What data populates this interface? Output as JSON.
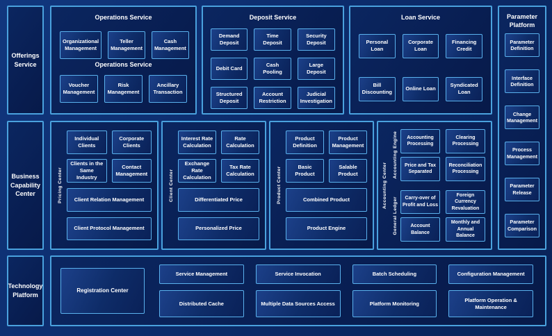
{
  "colors": {
    "background": "#0c2c6c",
    "panel_fill": "#081d50",
    "panel_border": "#4aa2de",
    "box_fill": "#0e2c68",
    "box_border": "#5ab2ee",
    "text": "#ffffff"
  },
  "sidebar": {
    "offerings": "Offerings Service",
    "business_capability": "Business Capability Center",
    "technology": "Technology Platform"
  },
  "operations_service": {
    "title": "Operations Service",
    "mid_label": "Operations Service",
    "row1": [
      "Organizational Management",
      "Teller Management",
      "Cash Management"
    ],
    "row2": [
      "Voucher Management",
      "Risk Management",
      "Ancillary Transaction"
    ]
  },
  "deposit_service": {
    "title": "Deposit Service",
    "items": [
      "Demand Deposit",
      "Time Deposit",
      "Security Deposit",
      "Debit Card",
      "Cash Pooling",
      "Large Deposit",
      "Structured Deposit",
      "Account Restriction",
      "Judicial Investigation"
    ]
  },
  "loan_service": {
    "title": "Loan Service",
    "items": [
      "Personal Loan",
      "Corporate Loan",
      "Financing Credit",
      "Bill Discounting",
      "Online Loan",
      "Syndicated Loan"
    ]
  },
  "parameter_platform": {
    "title": "Parameter Platform",
    "items": [
      "Parameter Definition",
      "Interface Definition",
      "Change Management",
      "Process Management",
      "Parameter Release",
      "Parameter Comparison"
    ]
  },
  "pricing_center": {
    "label": "Pricing Center",
    "grid": [
      "Individual Clients",
      "Corporate Clients",
      "Clients in the Same Industry",
      "Contact Management"
    ],
    "wide": [
      "Client Relation Management",
      "Client Protocol Management"
    ]
  },
  "client_center": {
    "label": "Client Center",
    "grid": [
      "Interest Rate Calculation",
      "Rate Calculation",
      "Exchange Rate Calculation",
      "Tax Rate Calculation"
    ],
    "wide": [
      "Differentiated Price",
      "Personalized Price"
    ]
  },
  "product_center": {
    "label": "Product Center",
    "grid": [
      "Product Definition",
      "Product Management",
      "Basic Product",
      "Salable Product"
    ],
    "wide": [
      "Combined Product",
      "Product Engine"
    ]
  },
  "accounting_center": {
    "label": "Accounting Center",
    "groups": [
      {
        "label": "Accounting Engine",
        "items": [
          "Accounting Processing",
          "Clearing Processing",
          "Price and Tax Separated",
          "Reconciliation Processing"
        ]
      },
      {
        "label": "General Ledger",
        "items": [
          "Carry-over of Profit and Loss",
          "Foreign Currency Revaluation",
          "Account Balance",
          "Monthly and Annual Balance"
        ]
      }
    ]
  },
  "technology_platform": {
    "registration": "Registration Center",
    "row1": [
      "Service Management",
      "Service Invocation",
      "Batch Scheduling",
      "Configuration Management"
    ],
    "row2": [
      "Distributed Cache",
      "Multiple Data Sources Access",
      "Platform Monitoring",
      "Platform Operation & Maintenance"
    ]
  }
}
